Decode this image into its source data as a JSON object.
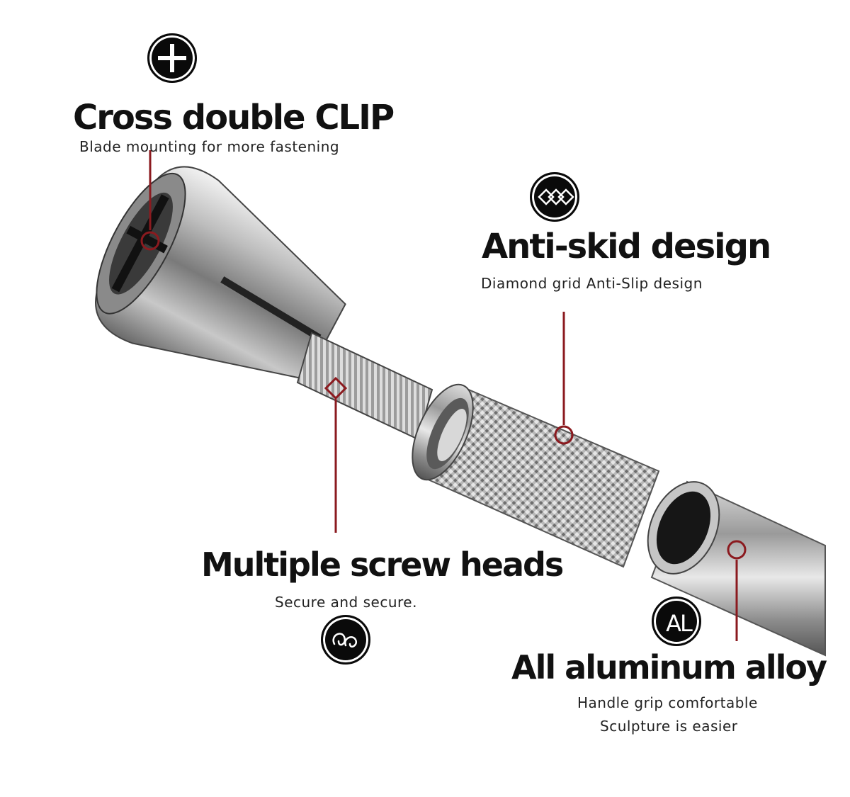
{
  "features": [
    {
      "title": "Cross double CLIP",
      "subtitle": "Blade mounting for more fastening",
      "icon": "cross-icon"
    },
    {
      "title": "Anti-skid design",
      "subtitle": "Diamond grid Anti-Slip design",
      "icon": "diamond-grid-icon"
    },
    {
      "title": "Multiple screw heads",
      "subtitle": "Secure and secure.",
      "icon": "spiral-icon"
    },
    {
      "title": "All aluminum alloy",
      "subtitle_lines": [
        "Handle grip comfortable",
        "Sculpture is easier"
      ],
      "icon": "al-icon",
      "icon_text": "AL"
    }
  ],
  "colors": {
    "leader": "#8b1a1f",
    "badge": "#0a0a0a",
    "metal_light": "#e4e4e4",
    "metal_dark": "#5a5a5a"
  }
}
